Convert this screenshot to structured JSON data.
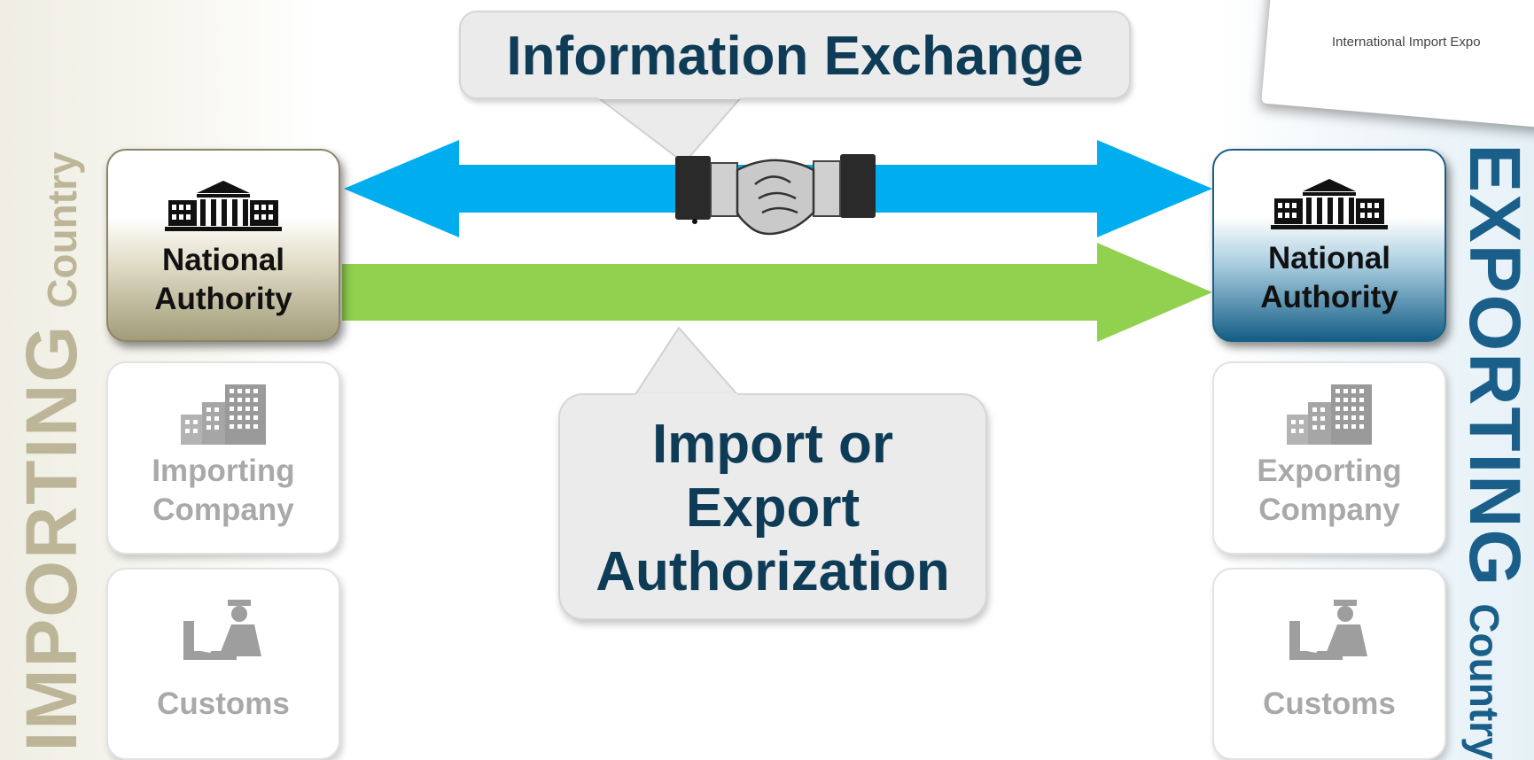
{
  "importing_country": {
    "word": "IMPORTING",
    "suffix": "Country",
    "color": "#bdb597"
  },
  "exporting_country": {
    "word": "EXPORTING",
    "suffix": "Country",
    "color": "#1a5f8a"
  },
  "importing_side": {
    "national_authority": "National\nAuthority",
    "company": "Importing\nCompany",
    "customs": "Customs"
  },
  "exporting_side": {
    "national_authority": "National\nAuthority",
    "company": "Exporting\nCompany",
    "customs": "Customs"
  },
  "callouts": {
    "information_exchange": "Information Exchange",
    "authorization": [
      "Import or",
      "Export",
      "Authorization"
    ]
  },
  "document": {
    "text": "International Import Expo"
  },
  "colors": {
    "exchange_arrow": "#00aeef",
    "authorization_arrow": "#92d050",
    "title_text": "#0e3c57"
  },
  "icons": {
    "authority": "government-building-icon",
    "company": "office-buildings-icon",
    "customs": "customs-officer-icon",
    "handshake": "handshake-icon"
  }
}
